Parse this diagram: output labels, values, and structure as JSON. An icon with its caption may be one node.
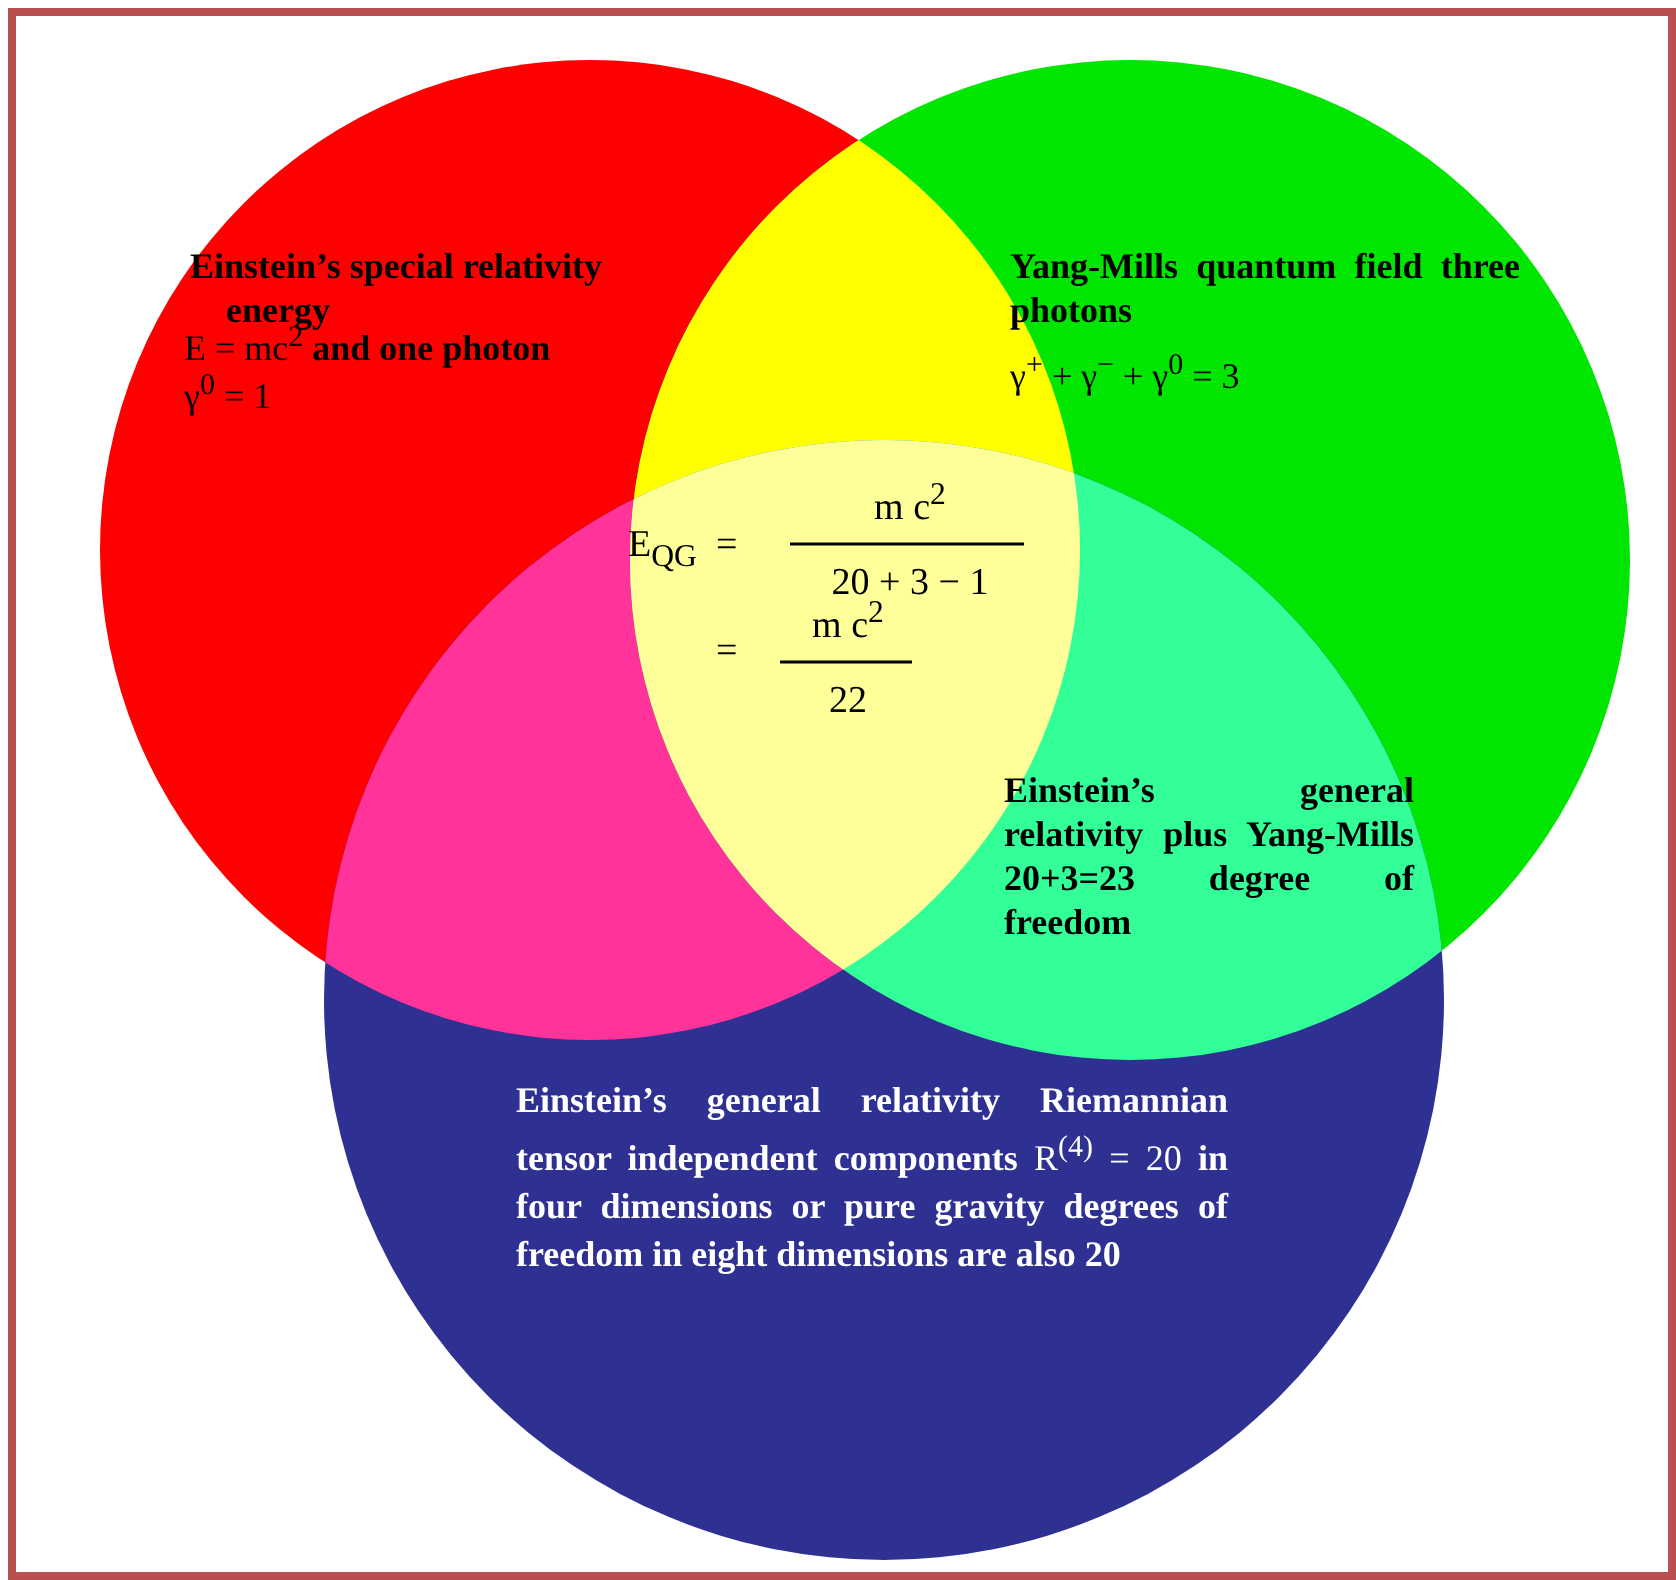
{
  "diagram": {
    "nodes": [
      {
        "text": [
          "Einstein’s special relativity energy",
          "E = mc$^{2}$ **and one photon**",
          "γ$^{0}$ = 1"
        ]
      },
      {
        "text": [
          "Yang-Mills quantum field three photons",
          "γ$^{+}$ + γ$^{−}$ + γ$^{0}$ = 3"
        ]
      },
      {
        "text": [
          "**Einstein’s general relativity Riemannian tensor independent components** R$^{(4)}$ = 20 **in four dimensions or pure gravity degrees of freedom in eight dimensions are also 20**"
        ]
      },
      {
        "text": [
          "E$_{QG}$",
          "=",
          "m c$^{2}$",
          "20 + 3 − 1",
          "=",
          "m c$^{2}$",
          "22"
        ]
      },
      {
        "text": [
          "Einstein’s general relativity plus Yang-Mills 20+3=23 degree of freedom"
        ]
      }
    ]
  }
}
